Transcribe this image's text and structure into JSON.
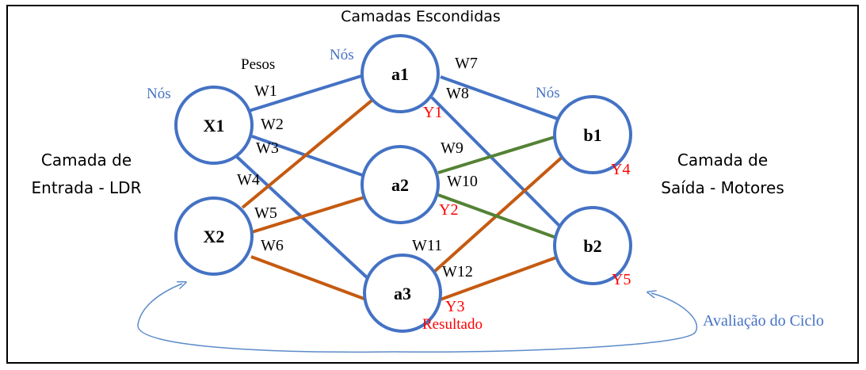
{
  "title": "Camadas Escondidas",
  "layers": {
    "input": {
      "line1": "Camada de",
      "line2": "Entrada - LDR"
    },
    "output": {
      "line1": "Camada de",
      "line2": "Saída - Motores"
    }
  },
  "labels": {
    "pesos": "Pesos",
    "nos_input": "Nós",
    "nos_hidden": "Nós",
    "nos_output": "Nós",
    "resultado": "Resultado",
    "cycle": "Avaliação do Ciclo"
  },
  "nodes": [
    {
      "id": "X1",
      "label": "X1"
    },
    {
      "id": "X2",
      "label": "X2"
    },
    {
      "id": "a1",
      "label": "a1"
    },
    {
      "id": "a2",
      "label": "a2"
    },
    {
      "id": "a3",
      "label": "a3"
    },
    {
      "id": "b1",
      "label": "b1"
    },
    {
      "id": "b2",
      "label": "b2"
    }
  ],
  "weights": [
    "W1",
    "W2",
    "W3",
    "W4",
    "W5",
    "W6",
    "W7",
    "W8",
    "W9",
    "W10",
    "W11",
    "W12"
  ],
  "outputs": [
    "Y1",
    "Y2",
    "Y3",
    "Y4",
    "Y5"
  ],
  "colors": {
    "node_stroke": "#4472C4",
    "edge_blue": "#4472C4",
    "edge_orange": "#C55A11",
    "edge_green": "#548235",
    "label_blue": "#4472C4",
    "label_red": "#FF0000",
    "arrow": "#5B8BC9"
  }
}
